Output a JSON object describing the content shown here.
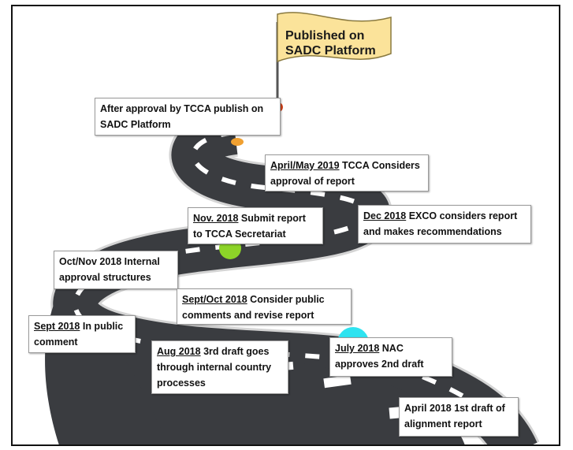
{
  "flag": {
    "line1": "Published on",
    "line2": "SADC Platform"
  },
  "colors": {
    "road": "#3a3c40",
    "road_edge": "#dcdcdc",
    "flag_fill": "#fbe39a",
    "marker_red": "#d9471e",
    "marker_orange": "#f0a030",
    "marker_green": "#8dd428",
    "marker_cyan": "#2fe3f0"
  },
  "milestones": [
    {
      "date": "",
      "text": [
        "After approval by TCCA publish on",
        "SADC Platform"
      ]
    },
    {
      "date": "April/May 2019",
      "text": [
        " TCCA Considers",
        "approval of report"
      ]
    },
    {
      "date": "Nov. 2018",
      "text": [
        "  Submit report",
        "to TCCA Secretariat"
      ]
    },
    {
      "date": "Dec 2018",
      "text": [
        "  EXCO considers report",
        "and makes recommendations"
      ]
    },
    {
      "date": "",
      "text": [
        "Oct/Nov 2018 Internal",
        "approval structures"
      ]
    },
    {
      "date": "Sept/Oct 2018",
      "text": [
        " Consider public",
        "comments and revise report"
      ]
    },
    {
      "date": "Sept 2018",
      "text": [
        " In public",
        "comment"
      ]
    },
    {
      "date": "Aug 2018",
      "text": [
        " 3rd draft goes",
        "through internal country",
        "processes"
      ]
    },
    {
      "date": "July 2018",
      "text": [
        " NAC",
        "approves 2nd  draft"
      ]
    },
    {
      "date": "",
      "text": [
        "April 2018 1st draft of",
        "alignment report"
      ]
    }
  ]
}
